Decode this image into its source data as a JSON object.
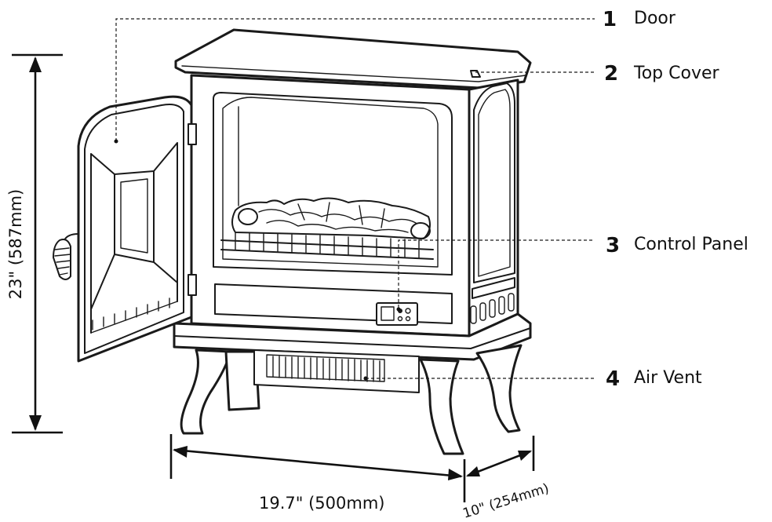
{
  "callouts": [
    {
      "number": "1",
      "label": "Door"
    },
    {
      "number": "2",
      "label": "Top Cover"
    },
    {
      "number": "3",
      "label": "Control Panel"
    },
    {
      "number": "4",
      "label": "Air Vent"
    }
  ],
  "dimensions": {
    "height": "23\" (587mm)",
    "width": "19.7\" (500mm)",
    "depth": "10\" (254mm)"
  }
}
